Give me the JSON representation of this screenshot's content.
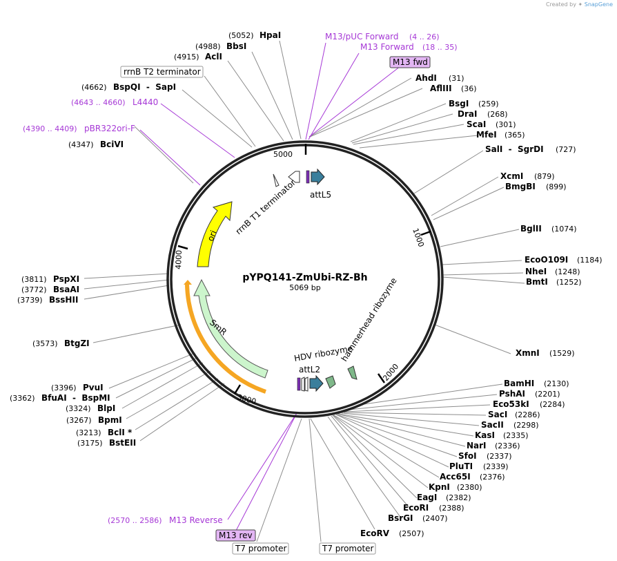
{
  "credit": {
    "prefix": "Created by",
    "brand": "SnapGene"
  },
  "plasmid": {
    "name": "pYPQ141-ZmUbi-RZ-Bh",
    "size": "5069 bp"
  },
  "ticks": [
    "1000",
    "2000",
    "3000",
    "4000",
    "5000"
  ],
  "features": {
    "ori": "ori",
    "smr": "SmR",
    "rrnb_t1": "rrnB T1 terminator",
    "attl5": "attL5",
    "attl2": "attL2",
    "hdv": "HDV ribozyme",
    "hammerhead": "hammerhead ribozyme"
  },
  "boxed": {
    "rrnb_t2": "rrnB T2 terminator",
    "m13_fwd": "M13 fwd",
    "m13_rev": "M13 rev",
    "t7_left": "T7 promoter",
    "t7_right": "T7 promoter"
  },
  "enzymes_right": [
    {
      "name": "AhdI",
      "pos": "(31)"
    },
    {
      "name": "AflIII",
      "pos": "(36)"
    },
    {
      "name": "BsgI",
      "pos": "(259)"
    },
    {
      "name": "DraI",
      "pos": "(268)"
    },
    {
      "name": "ScaI",
      "pos": "(301)"
    },
    {
      "name": "MfeI",
      "pos": "(365)"
    },
    {
      "name": "SalI  -  SgrDI",
      "pos": "(727)"
    },
    {
      "name": "XcmI",
      "pos": "(879)"
    },
    {
      "name": "BmgBI",
      "pos": "(899)"
    },
    {
      "name": "BglII",
      "pos": "(1074)"
    },
    {
      "name": "EcoO109I",
      "pos": "(1184)"
    },
    {
      "name": "NheI",
      "pos": "(1248)"
    },
    {
      "name": "BmtI",
      "pos": "(1252)"
    },
    {
      "name": "XmnI",
      "pos": "(1529)"
    },
    {
      "name": "BamHI",
      "pos": "(2130)"
    },
    {
      "name": "PshAI",
      "pos": "(2201)"
    },
    {
      "name": "Eco53kI",
      "pos": "(2284)"
    },
    {
      "name": "SacI",
      "pos": "(2286)"
    },
    {
      "name": "SacII",
      "pos": "(2298)"
    },
    {
      "name": "KasI",
      "pos": "(2335)"
    },
    {
      "name": "NarI",
      "pos": "(2336)"
    },
    {
      "name": "SfoI",
      "pos": "(2337)"
    },
    {
      "name": "PluTI",
      "pos": "(2339)"
    },
    {
      "name": "Acc65I",
      "pos": "(2376)"
    },
    {
      "name": "KpnI",
      "pos": "(2380)"
    },
    {
      "name": "EagI",
      "pos": "(2382)"
    },
    {
      "name": "EcoRI",
      "pos": "(2388)"
    },
    {
      "name": "BsrGI",
      "pos": "(2407)"
    },
    {
      "name": "EcoRV",
      "pos": "(2507)"
    }
  ],
  "enzymes_left": [
    {
      "name": "HpaI",
      "pos": "(5052)"
    },
    {
      "name": "BbsI",
      "pos": "(4988)"
    },
    {
      "name": "AclI",
      "pos": "(4915)"
    },
    {
      "name": "BspQI  -  SapI",
      "pos": "(4662)"
    },
    {
      "name": "BciVI",
      "pos": "(4347)"
    },
    {
      "name": "PspXI",
      "pos": "(3811)"
    },
    {
      "name": "BsaAI",
      "pos": "(3772)"
    },
    {
      "name": "BssHII",
      "pos": "(3739)"
    },
    {
      "name": "BtgZI",
      "pos": "(3573)"
    },
    {
      "name": "PvuI",
      "pos": "(3396)"
    },
    {
      "name": "BfuAI  -  BspMI",
      "pos": "(3362)"
    },
    {
      "name": "BlpI",
      "pos": "(3324)"
    },
    {
      "name": "BpmI",
      "pos": "(3267)"
    },
    {
      "name": "BclI *",
      "pos": "(3213)"
    },
    {
      "name": "BstEII",
      "pos": "(3175)"
    }
  ],
  "primers": [
    {
      "name": "M13/pUC Forward",
      "pos": "(4 .. 26)"
    },
    {
      "name": "M13 Forward",
      "pos": "(18 .. 35)"
    },
    {
      "name": "L4440",
      "pos": "(4643 .. 4660)"
    },
    {
      "name": "pBR322ori-F",
      "pos": "(4390 .. 4409)"
    },
    {
      "name": "M13 Reverse",
      "pos": "(2570 .. 2586)"
    }
  ],
  "colors": {
    "backbone": "#222222",
    "ori": "#ffff00",
    "smr": "#ccf5cc",
    "att": "#3a7f9c",
    "primer": "#a638d6",
    "primer_box": "#e3b6f4",
    "ribozyme": "#7fb88a",
    "orf_outline": "#f5a623"
  }
}
